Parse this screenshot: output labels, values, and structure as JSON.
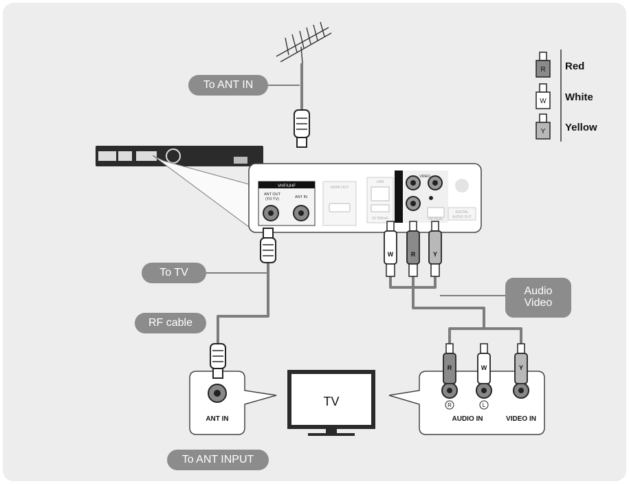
{
  "legend": {
    "items": [
      {
        "code": "R",
        "label": "Red",
        "fill": "#8a8a8a"
      },
      {
        "code": "W",
        "label": "White",
        "fill": "#ffffff"
      },
      {
        "code": "Y",
        "label": "Yellow",
        "fill": "#b8b8b8"
      }
    ]
  },
  "callouts": {
    "to_ant_in": "To ANT IN",
    "to_tv": "To TV",
    "rf_cable": "RF cable",
    "audio": "Audio",
    "video": "Video",
    "to_ant_input": "To ANT INPUT"
  },
  "player_panel": {
    "vhf_uhf": "VHF/UHF",
    "ant_out": "ANT OUT",
    "to_tv_small": "(TO TV)",
    "ant_in_small": "ANT IN",
    "hdmi_out": "HDMI OUT",
    "lan": "LAN",
    "usb_power": "5V 500mA",
    "video_small": "VIDEO",
    "optical": "OPTICAL",
    "digital_audio_out_1": "DIGITAL",
    "digital_audio_out_2": "AUDIO OUT"
  },
  "plugs": {
    "w": "W",
    "r": "R",
    "y": "Y"
  },
  "tv": {
    "label": "TV"
  },
  "tv_ant_box": {
    "label": "ANT IN"
  },
  "tv_av_box": {
    "audio_in": "AUDIO IN",
    "video_in": "VIDEO IN",
    "right_mark": "R",
    "left_mark": "L"
  },
  "colors": {
    "background": "#ededed",
    "pill": "#8c8c8c",
    "cable": "#7d7d7d",
    "panel_edge": "#555555"
  }
}
